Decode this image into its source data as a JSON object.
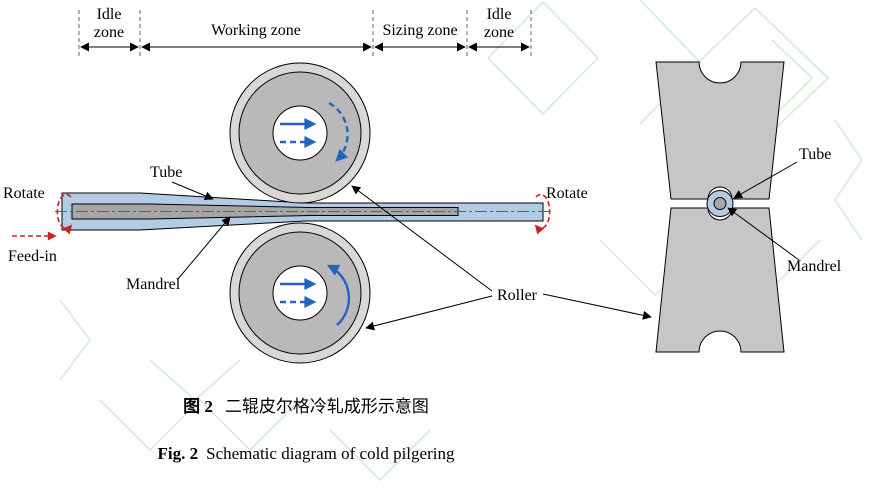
{
  "figure": {
    "zones": {
      "idle_left_line1": "Idle",
      "idle_left_line2": "zone",
      "working": "Working zone",
      "sizing": "Sizing zone",
      "idle_right_line1": "Idle",
      "idle_right_line2": "zone"
    },
    "labels": {
      "rotate_left": "Rotate",
      "feed_in": "Feed-in",
      "tube": "Tube",
      "mandrel": "Mandrel",
      "rotate_right": "Rotate",
      "roller": "Roller",
      "tube_section": "Tube",
      "mandrel_section": "Mandrel"
    },
    "captions": {
      "zh_prefix": "图 2",
      "zh_text": "二辊皮尔格冷轧成形示意图",
      "en_prefix": "Fig. 2",
      "en_text": "Schematic diagram of cold pilgering"
    },
    "colors": {
      "tube_fill": "#b4cbe4",
      "mandrel_fill": "#a6a6a6",
      "roller_outer": "#d8d8d8",
      "roller_body": "#b9b9b9",
      "die_fill": "#c6c6c6",
      "arrow_blue": "#2563c0",
      "centerline_red": "#c0392b",
      "rotate_red": "#cc2222",
      "watermark_green": "#cdeccd"
    }
  }
}
